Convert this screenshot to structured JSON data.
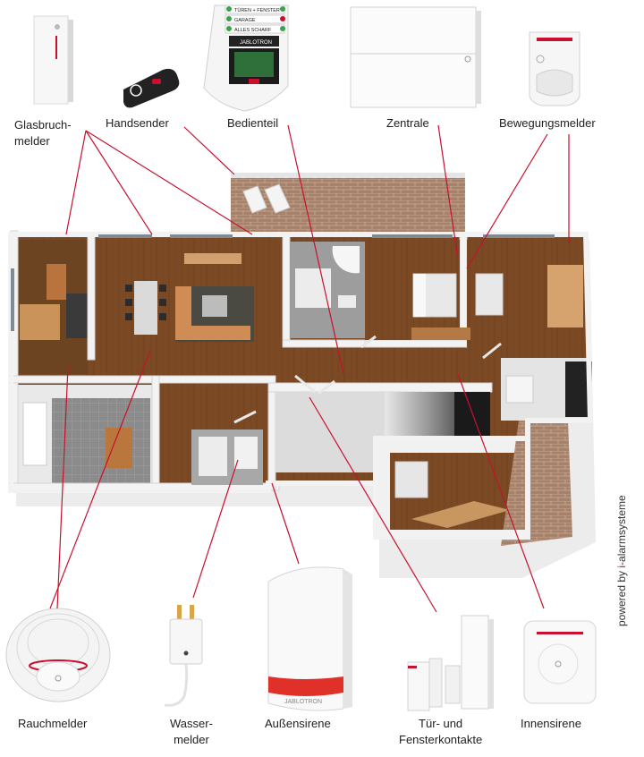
{
  "devices": {
    "glasbruchmelder": {
      "line1": "Glasbruch-",
      "line2": "melder"
    },
    "handsender": "Handsender",
    "bedienteil": "Bedienteil",
    "zentrale": "Zentrale",
    "bewegungsmelder": "Bewegungsmelder",
    "rauchmelder": "Rauchmelder",
    "wassermelder": {
      "line1": "Wasser-",
      "line2": "melder"
    },
    "aussensirene": "Außensirene",
    "tuer_fensterkontakte": {
      "line1": "Tür- und",
      "line2": "Fensterkontakte"
    },
    "innensirene": "Innensirene"
  },
  "keypad": {
    "row1": "TÜREN + FENSTER",
    "row2": "GARAGE",
    "row3": "ALLES SCHARF",
    "brand": "JABLOTRON"
  },
  "siren_brand": "JABLOTRON",
  "credit": {
    "prefix": "powered by ",
    "accent": "i",
    "suffix": "-alarmsysteme"
  },
  "colors": {
    "connector": "#c8102e",
    "floor_wood": "#7a4a26",
    "wall": "#f2f2f2",
    "brick": "#a9806a"
  }
}
